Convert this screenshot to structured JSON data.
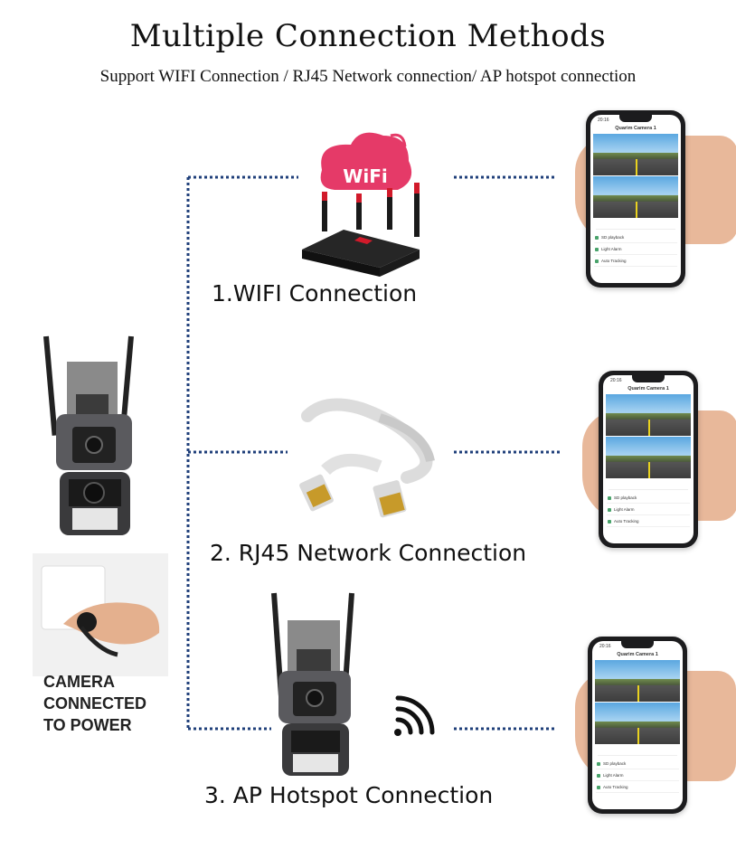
{
  "header": {
    "title": "Multiple Connection Methods",
    "subtitle": "Support WIFI Connection / RJ45 Network connection/ AP hotspot connection"
  },
  "methods": [
    {
      "label": "1.WIFI Connection",
      "icon": "wifi-router-icon",
      "badge": "WiFi"
    },
    {
      "label": "2. RJ45 Network Connection",
      "icon": "ethernet-cable-icon"
    },
    {
      "label": "3. AP Hotspot Connection",
      "icon": "camera-hotspot-icon"
    }
  ],
  "power": {
    "label": "CAMERA CONNECTED TO POWER"
  },
  "phone_app": {
    "status_time": "20:16",
    "title": "Quarim Camera 1",
    "menu": [
      "SD playback",
      "Light Alarm",
      "Auto Tracking"
    ]
  },
  "colors": {
    "connector_line": "#1f3f7a",
    "wifi_badge": "#e53a68",
    "router_accent": "#d11a2a"
  }
}
